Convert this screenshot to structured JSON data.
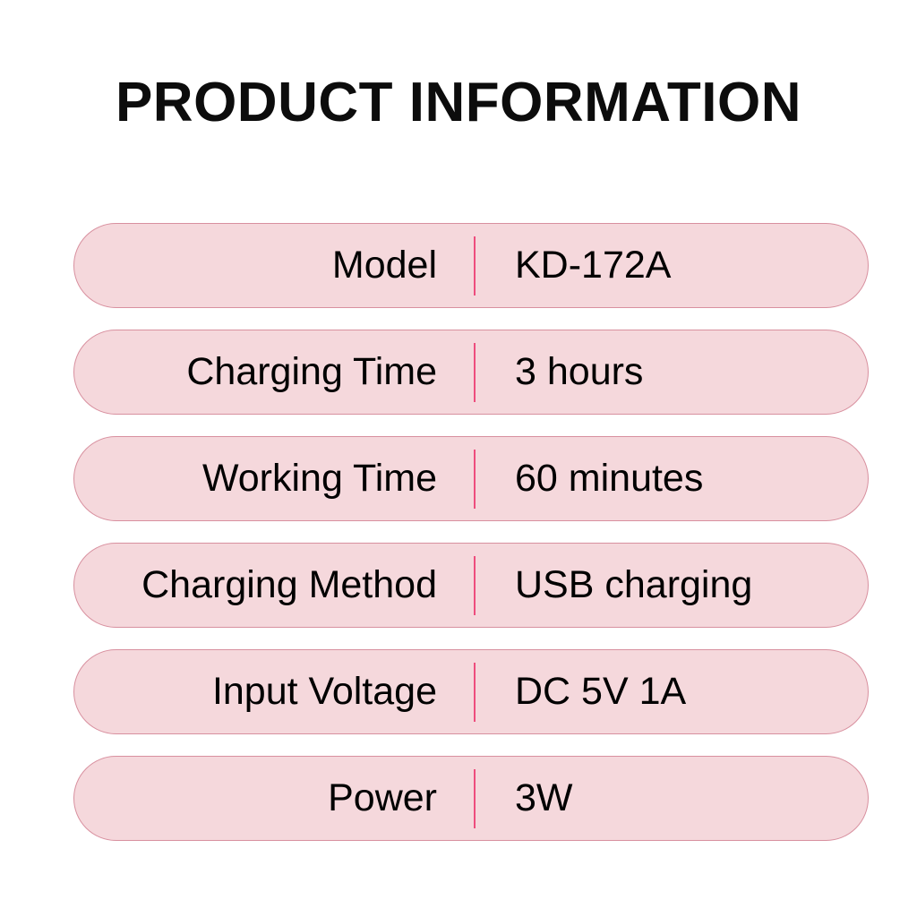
{
  "page": {
    "title": "PRODUCT INFORMATION",
    "background_color": "#ffffff"
  },
  "theme": {
    "row_fill": "#f5d8dc",
    "row_border": "#d8909f",
    "divider_color": "#ee4d7d",
    "text_color": "#000000"
  },
  "spec_table": {
    "rows": [
      {
        "label": "Model",
        "value": "KD-172A"
      },
      {
        "label": "Charging Time",
        "value": "3 hours"
      },
      {
        "label": "Working Time",
        "value": "60 minutes"
      },
      {
        "label": "Charging Method",
        "value": "USB charging"
      },
      {
        "label": "Input Voltage",
        "value": "DC 5V 1A"
      },
      {
        "label": "Power",
        "value": "3W"
      }
    ]
  }
}
